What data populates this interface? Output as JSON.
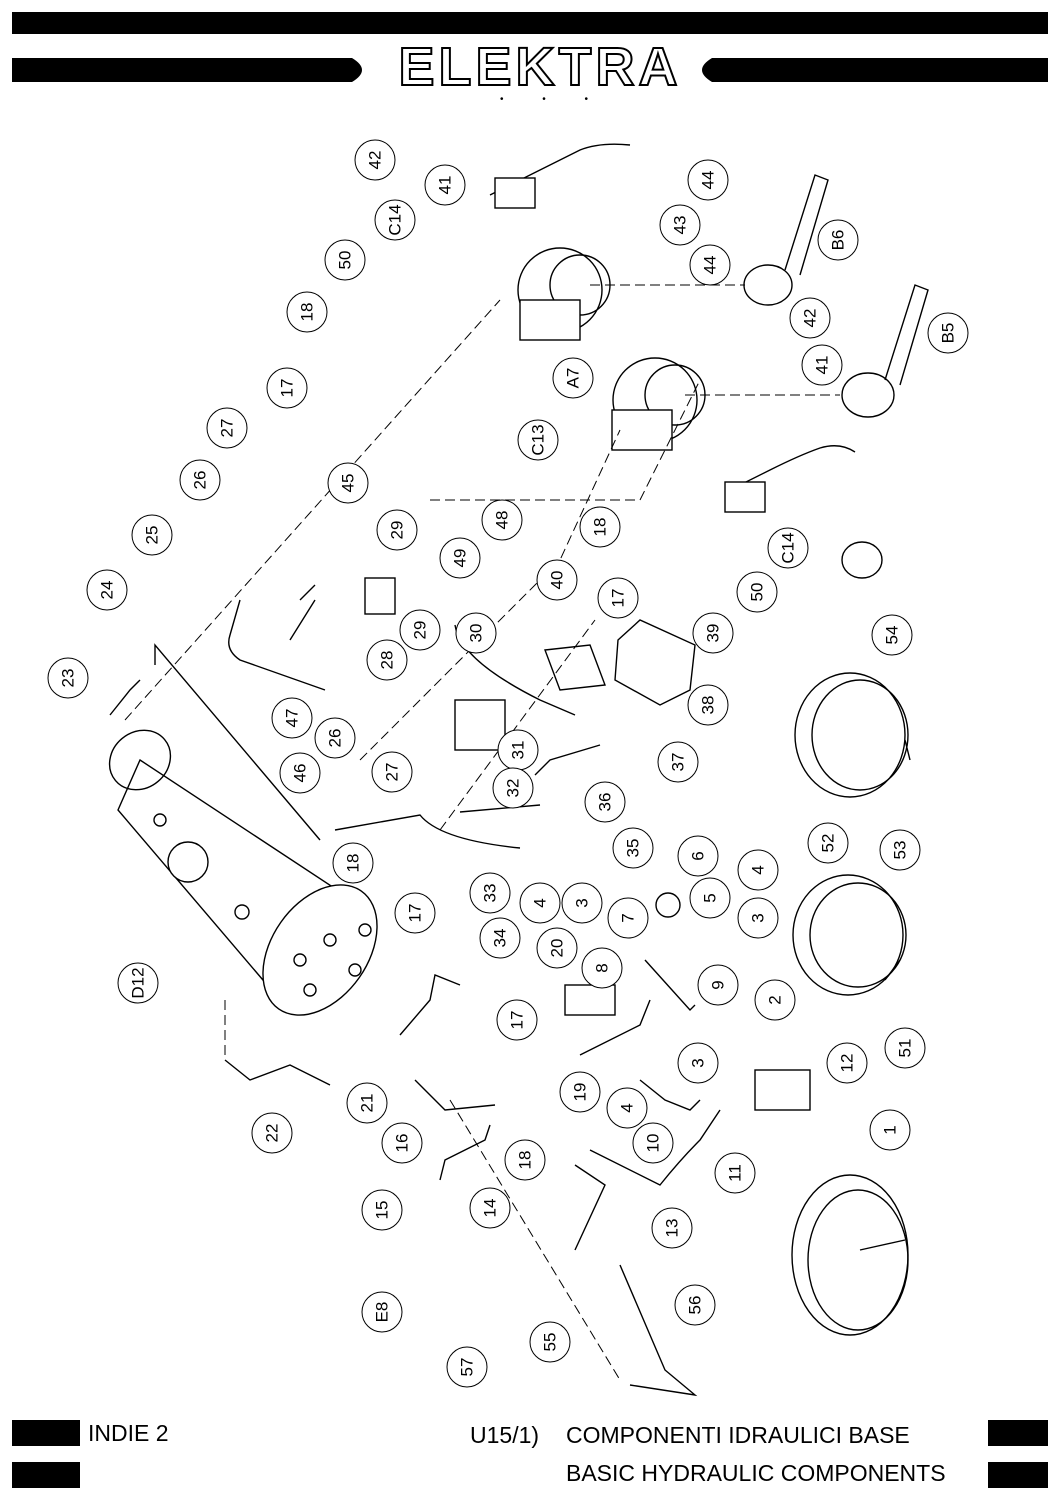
{
  "header": {
    "brand": "ELEKTRA",
    "dots": "• • •"
  },
  "footer": {
    "model": "INDIE 2",
    "code": "U15/1)",
    "title_it": "COMPONENTI IDRAULICI BASE",
    "title_en": "BASIC HYDRAULIC COMPONENTS"
  },
  "callouts": [
    {
      "label": "42"
    },
    {
      "label": "41"
    },
    {
      "label": "C14"
    },
    {
      "label": "50"
    },
    {
      "label": "18"
    },
    {
      "label": "44"
    },
    {
      "label": "43"
    },
    {
      "label": "44"
    },
    {
      "label": "B6"
    },
    {
      "label": "A7"
    },
    {
      "label": "42"
    },
    {
      "label": "B5"
    },
    {
      "label": "41"
    },
    {
      "label": "C13"
    },
    {
      "label": "17"
    },
    {
      "label": "27"
    },
    {
      "label": "26"
    },
    {
      "label": "25"
    },
    {
      "label": "24"
    },
    {
      "label": "23"
    },
    {
      "label": "45"
    },
    {
      "label": "29"
    },
    {
      "label": "48"
    },
    {
      "label": "18"
    },
    {
      "label": "C14"
    },
    {
      "label": "49"
    },
    {
      "label": "40"
    },
    {
      "label": "17"
    },
    {
      "label": "50"
    },
    {
      "label": "54"
    },
    {
      "label": "39"
    },
    {
      "label": "30"
    },
    {
      "label": "29"
    },
    {
      "label": "28"
    },
    {
      "label": "47"
    },
    {
      "label": "26"
    },
    {
      "label": "46"
    },
    {
      "label": "27"
    },
    {
      "label": "31"
    },
    {
      "label": "38"
    },
    {
      "label": "37"
    },
    {
      "label": "32"
    },
    {
      "label": "36"
    },
    {
      "label": "53"
    },
    {
      "label": "18"
    },
    {
      "label": "35"
    },
    {
      "label": "52"
    },
    {
      "label": "6"
    },
    {
      "label": "4"
    },
    {
      "label": "17"
    },
    {
      "label": "33"
    },
    {
      "label": "4"
    },
    {
      "label": "3"
    },
    {
      "label": "7"
    },
    {
      "label": "5"
    },
    {
      "label": "3"
    },
    {
      "label": "34"
    },
    {
      "label": "20"
    },
    {
      "label": "8"
    },
    {
      "label": "9"
    },
    {
      "label": "2"
    },
    {
      "label": "D12"
    },
    {
      "label": "51"
    },
    {
      "label": "17"
    },
    {
      "label": "12"
    },
    {
      "label": "3"
    },
    {
      "label": "19"
    },
    {
      "label": "4"
    },
    {
      "label": "21"
    },
    {
      "label": "10"
    },
    {
      "label": "22"
    },
    {
      "label": "16"
    },
    {
      "label": "18"
    },
    {
      "label": "11"
    },
    {
      "label": "1"
    },
    {
      "label": "15"
    },
    {
      "label": "14"
    },
    {
      "label": "13"
    },
    {
      "label": "E8"
    },
    {
      "label": "56"
    },
    {
      "label": "55"
    },
    {
      "label": "57"
    }
  ]
}
